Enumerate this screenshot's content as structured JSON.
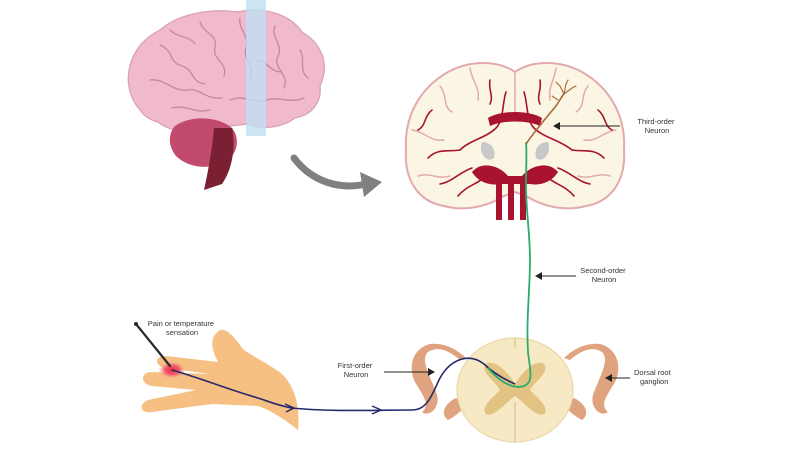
{
  "labels": {
    "third_order": [
      "Third-order",
      "Neuron"
    ],
    "second_order": [
      "Second-order",
      "Neuron"
    ],
    "first_order": [
      "First-order",
      "Neuron"
    ],
    "sensation": [
      "Pain or temperature",
      "sensation"
    ],
    "dorsal_root": [
      "Dorsal root",
      "ganglion"
    ]
  },
  "colors": {
    "brain_pink": "#f1b9cd",
    "brain_line": "#c9869f",
    "cerebellum": "#c24a6c",
    "brainstem": "#7b2033",
    "slice_plane": "#bfe0f2",
    "section_fill": "#fbf6e3",
    "section_outline": "#e4a9ae",
    "vessel": "#a8142e",
    "third_neuron": "#a56a3c",
    "second_neuron": "#2cab6c",
    "first_neuron": "#262a6b",
    "hand": "#f6c083",
    "pain_spot": "#e8283a",
    "spinal_outer": "#f7e9c4",
    "spinal_gray": "#e2c383",
    "ganglion": "#dfa37f",
    "arrow": "#808080"
  },
  "icons": [
    "curved-arrow-icon",
    "needle-icon"
  ]
}
